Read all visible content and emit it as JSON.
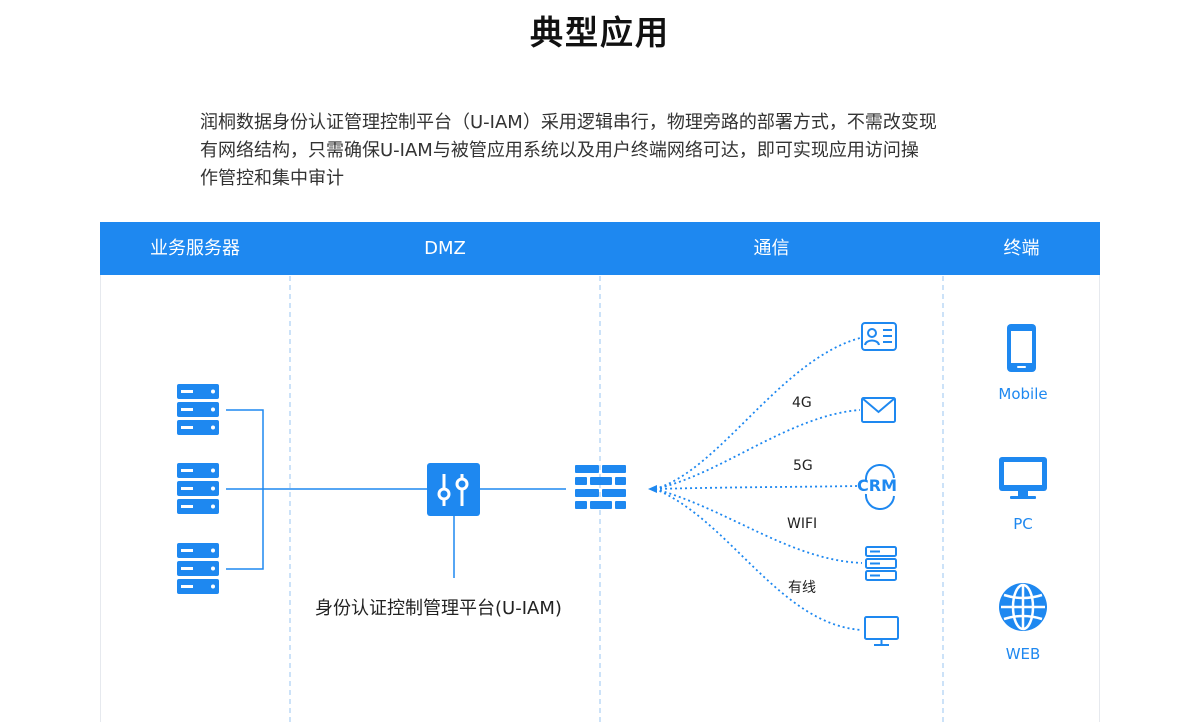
{
  "title": "典型应用",
  "description": [
    "润桐数据身份认证管理控制平台（U-IAM）采用逻辑串行，物理旁路的部署方式，不需改变现",
    "有网络结构，只需确保U-IAM与被管应用系统以及用户终端网络可达，即可实现应用访问操",
    "作管控和集中审计"
  ],
  "header": {
    "col1": "业务服务器",
    "col2": "DMZ",
    "col3": "通信",
    "col4": "终端"
  },
  "diagram": {
    "uiam_label": "身份认证控制管理平台(U-IAM)",
    "link_labels": [
      "4G",
      "5G",
      "WIFI",
      "有线"
    ],
    "crm_text": "CRM",
    "terminals": [
      "Mobile",
      "PC",
      "WEB"
    ]
  },
  "colors": {
    "accent": "#1e88f0",
    "header_bg": "#1e88f0",
    "divider": "#bcd9f5"
  },
  "icons": [
    "server-icon",
    "filter-device-icon",
    "firewall-icon",
    "contact-card-icon",
    "mail-icon",
    "crm-icon",
    "server-stack-icon",
    "monitor-icon",
    "mobile-icon",
    "pc-icon",
    "globe-icon"
  ]
}
